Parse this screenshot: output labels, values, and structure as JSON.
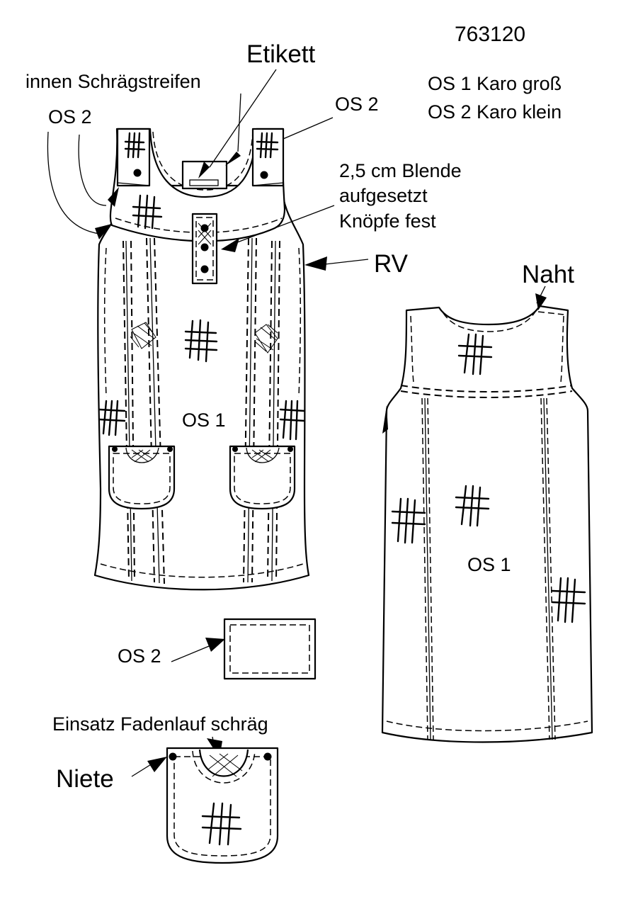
{
  "header": {
    "article_number": "763120",
    "fabric_legend": [
      "OS 1 Karo groß",
      "OS 2 Karo klein"
    ]
  },
  "front_labels": {
    "etikett": "Etikett",
    "bias_strip": "innen Schrägstreifen",
    "os2_left": "OS 2",
    "os2_right": "OS 2",
    "placket_line1": "2,5 cm Blende",
    "placket_line2": "aufgesetzt",
    "placket_line3": "Knöpfe fest",
    "zipper": "RV",
    "body_fabric": "OS 1"
  },
  "back_labels": {
    "seam": "Naht",
    "body_fabric": "OS 1"
  },
  "detail_labels": {
    "patch_fabric": "OS 2",
    "insert_grain": "Einsatz Fadenlauf schräg",
    "rivet": "Niete"
  }
}
